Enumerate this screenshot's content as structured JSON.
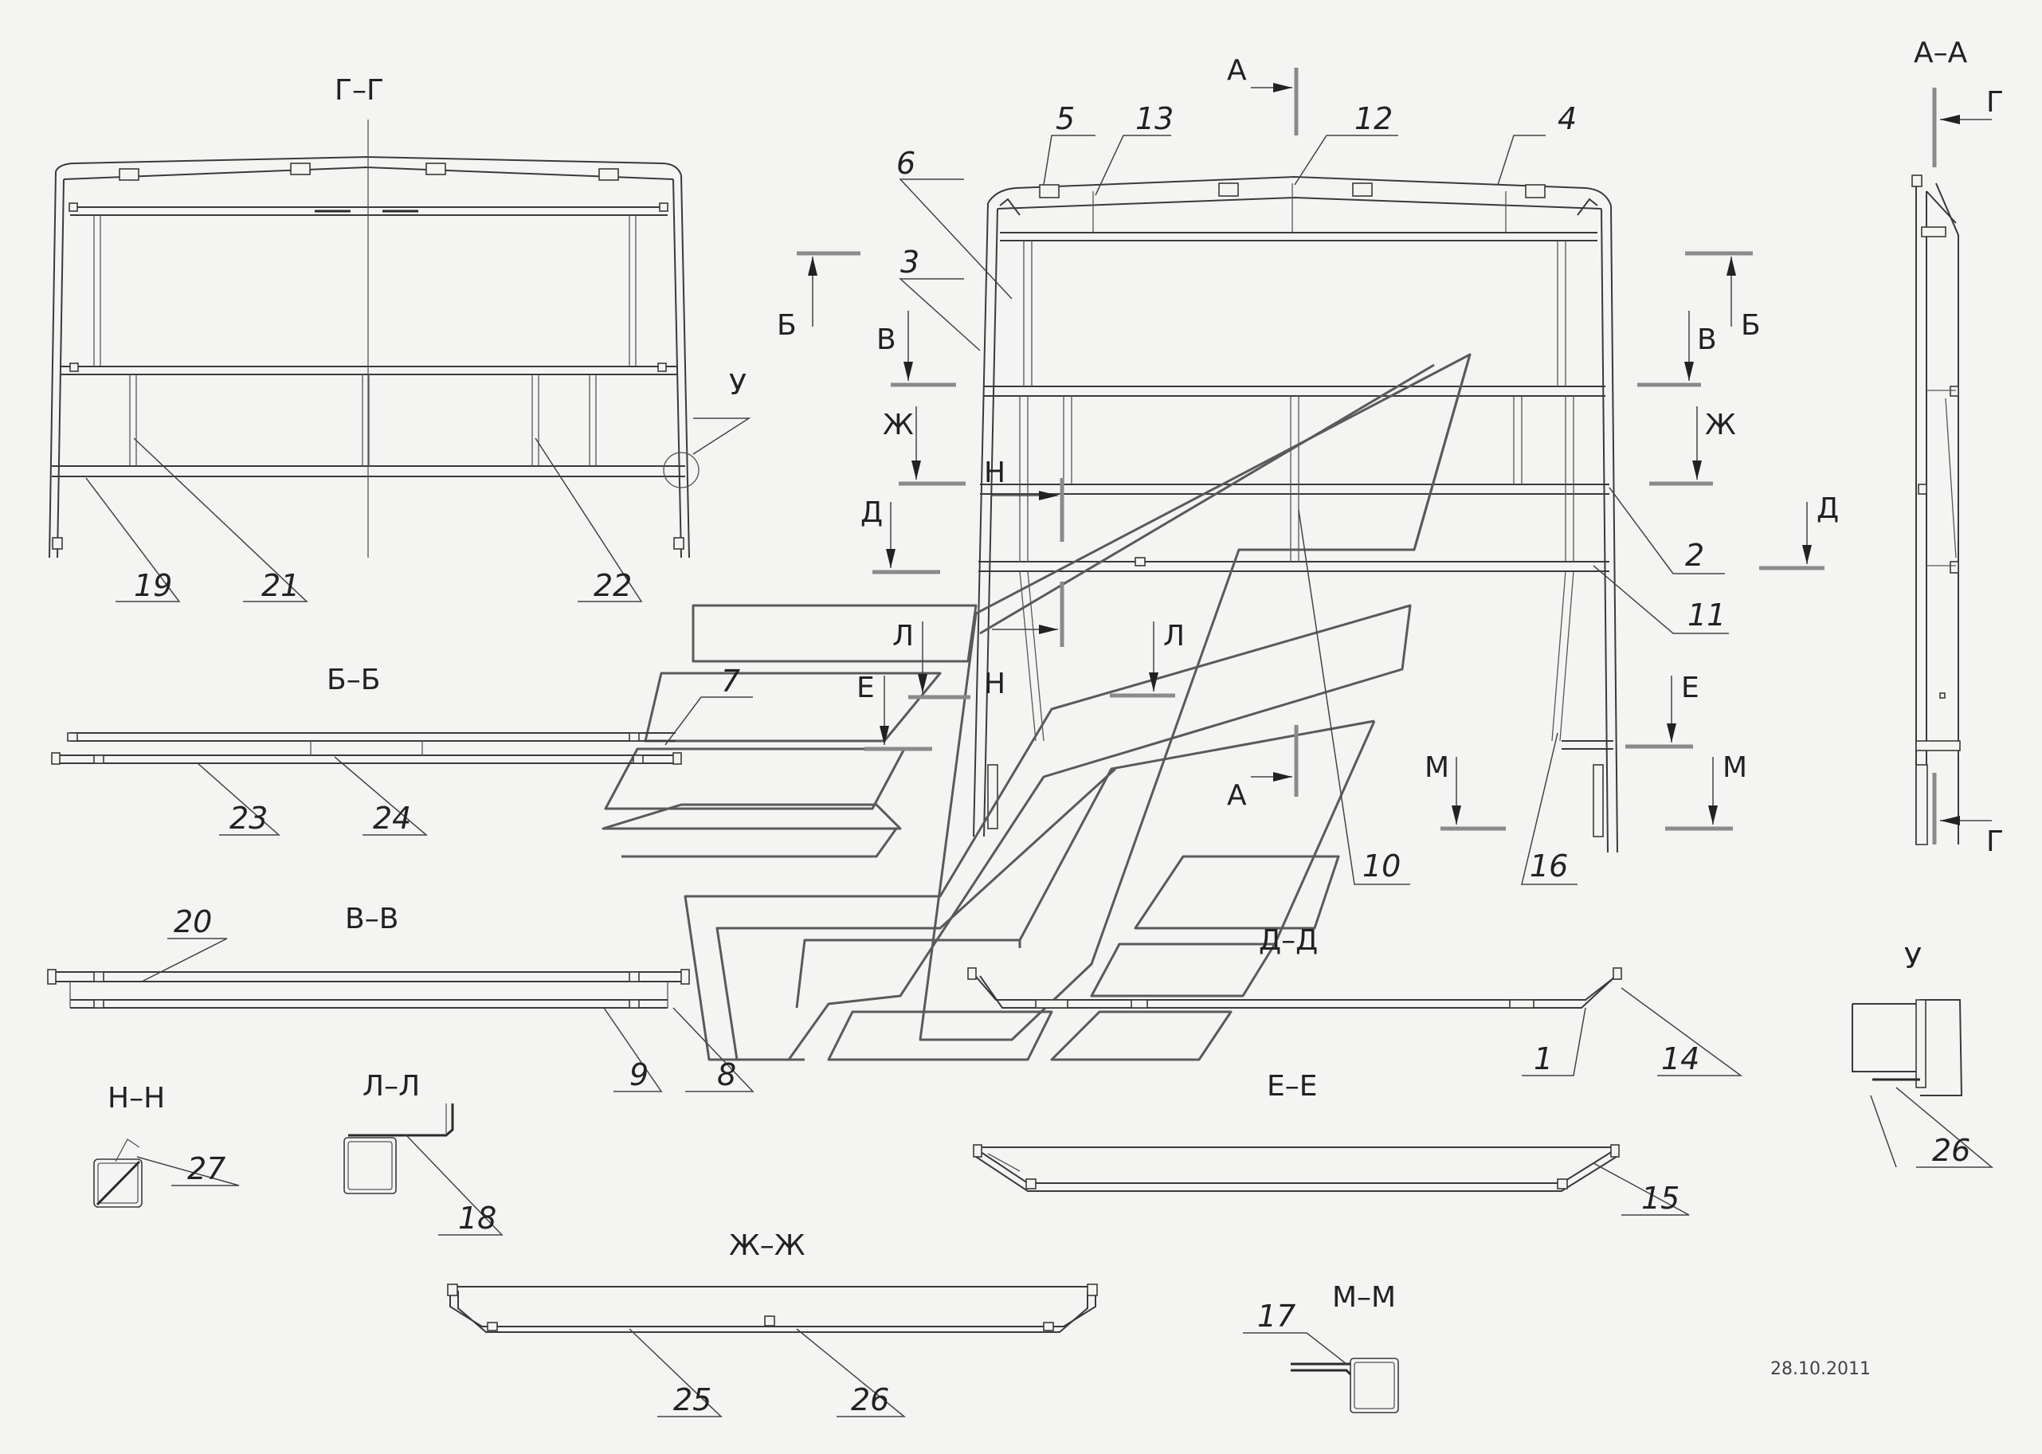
{
  "sections": {
    "g_g": "Г–Г",
    "a_a": "А–А",
    "b_b": "Б–Б",
    "v_v": "В–В",
    "d_d": "Д–Д",
    "e_e": "Е–Е",
    "zh_zh": "Ж–Ж",
    "n_n": "Н–Н",
    "l_l": "Л–Л",
    "m_m": "М–М",
    "u": "У"
  },
  "cut_marks": {
    "a": "А",
    "b": "Б",
    "v": "В",
    "g": "Г",
    "d": "Д",
    "e": "Е",
    "zh": "Ж",
    "n": "Н",
    "l": "Л",
    "m": "М",
    "u": "У"
  },
  "callouts": {
    "n1": "1",
    "n2": "2",
    "n3": "3",
    "n4": "4",
    "n5": "5",
    "n6": "6",
    "n7": "7",
    "n8": "8",
    "n9": "9",
    "n10": "10",
    "n11": "11",
    "n12": "12",
    "n13": "13",
    "n14": "14",
    "n15": "15",
    "n16": "16",
    "n17": "17",
    "n18": "18",
    "n19": "19",
    "n20": "20",
    "n21": "21",
    "n22": "22",
    "n23": "23",
    "n24": "24",
    "n25": "25",
    "n26": "26",
    "n27": "27"
  },
  "date": "28.10.2011"
}
